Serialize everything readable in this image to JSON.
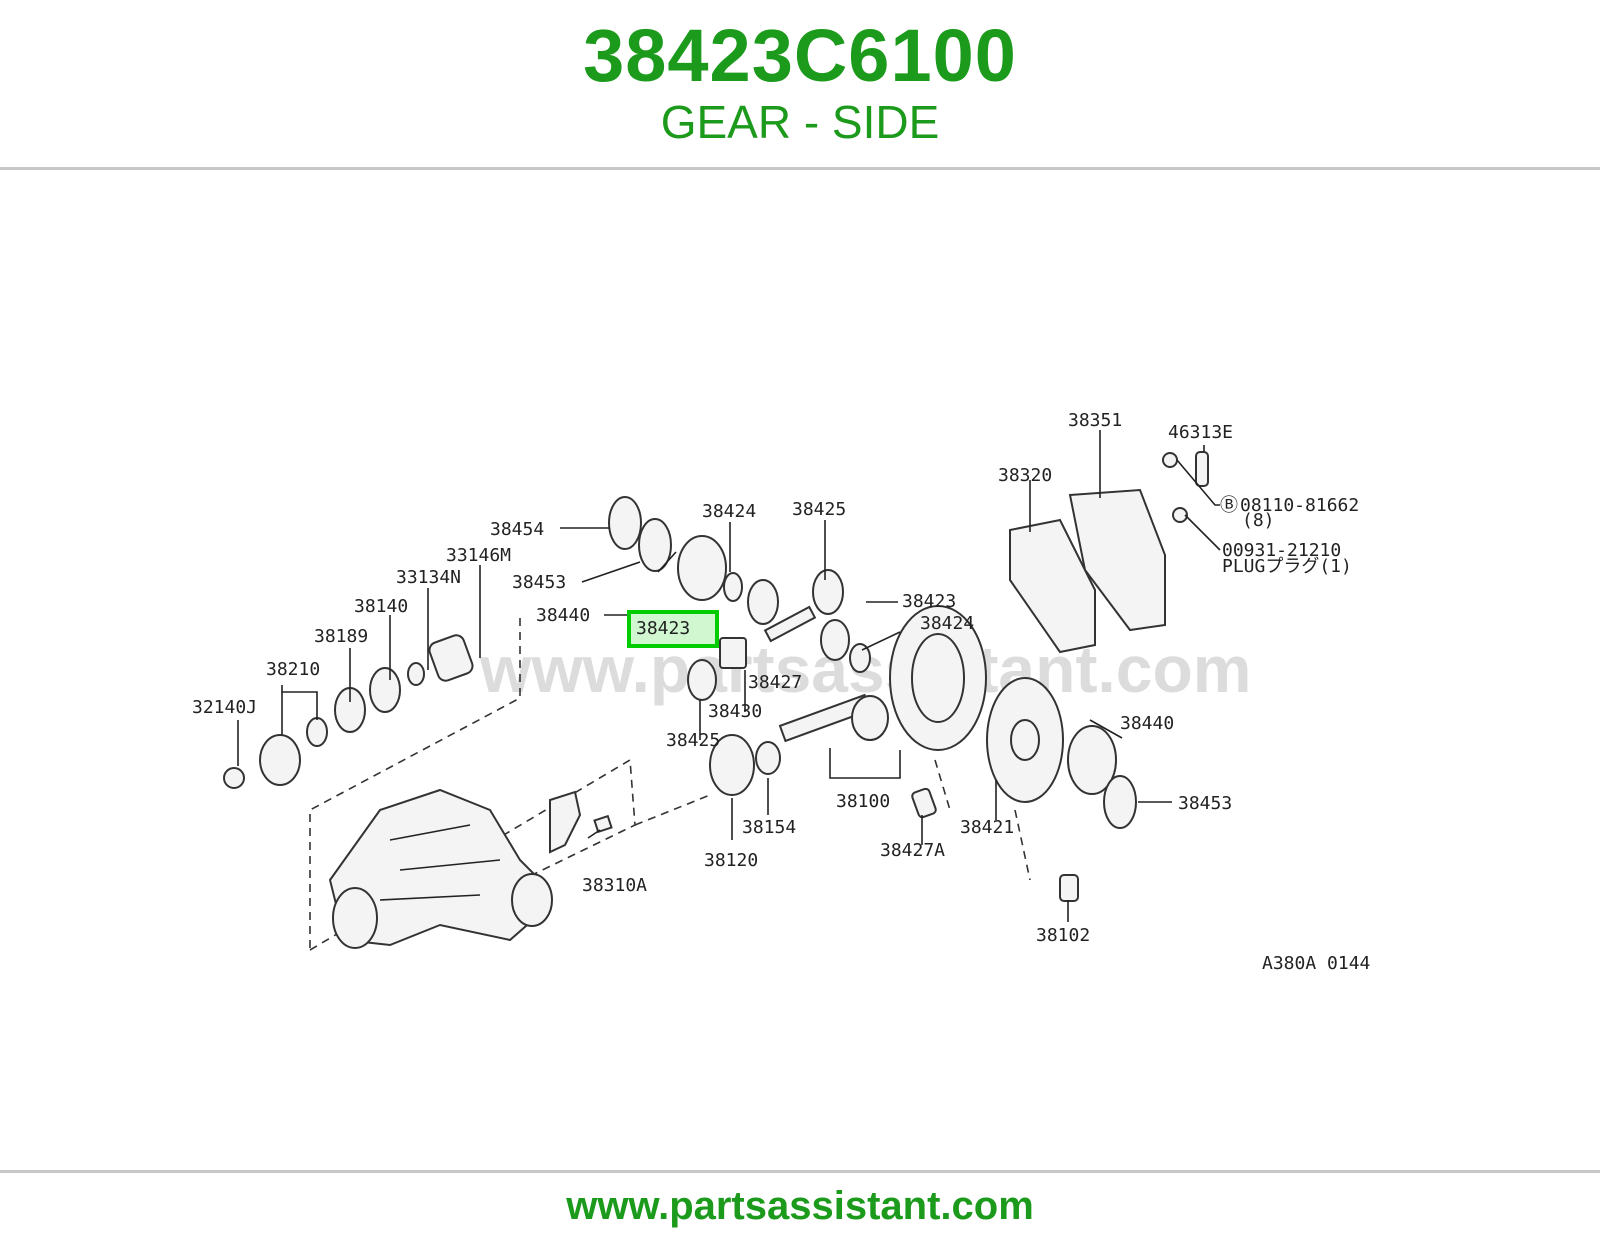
{
  "header": {
    "part_number": "38423C6100",
    "part_name": "GEAR - SIDE"
  },
  "diagram": {
    "watermark": "www.partsassistant.com",
    "highlighted_label": "38423",
    "labels": {
      "p38351": "38351",
      "p46313E": "46313E",
      "p38320": "38320",
      "p08110": "08110-81662",
      "p08110_qty": "(8)",
      "p00931": "00931-21210",
      "p_plug": "PLUGプラグ(1)",
      "p38454": "38454",
      "p38424a": "38424",
      "p38425a": "38425",
      "p33146M": "33146M",
      "p38453a": "38453",
      "p33134N": "33134N",
      "p38440a": "38440",
      "p38423b": "38423",
      "p38140": "38140",
      "p38424b": "38424",
      "p38189": "38189",
      "p38427": "38427",
      "p38210": "38210",
      "p38430": "38430",
      "p32140J": "32140J",
      "p38425b": "38425",
      "p38440b": "38440",
      "p38453b": "38453",
      "p38100": "38100",
      "p38154": "38154",
      "p38421": "38421",
      "p38120": "38120",
      "p38427A": "38427A",
      "p38310A": "38310A",
      "p38102": "38102",
      "ref_code": "A380A 0144"
    }
  },
  "footer": {
    "url": "www.partsassistant.com"
  },
  "colors": {
    "brand_green": "#1c9a1c",
    "highlight_border": "#00cc00",
    "highlight_fill": "#99ee99",
    "divider": "#c8c8c8"
  }
}
